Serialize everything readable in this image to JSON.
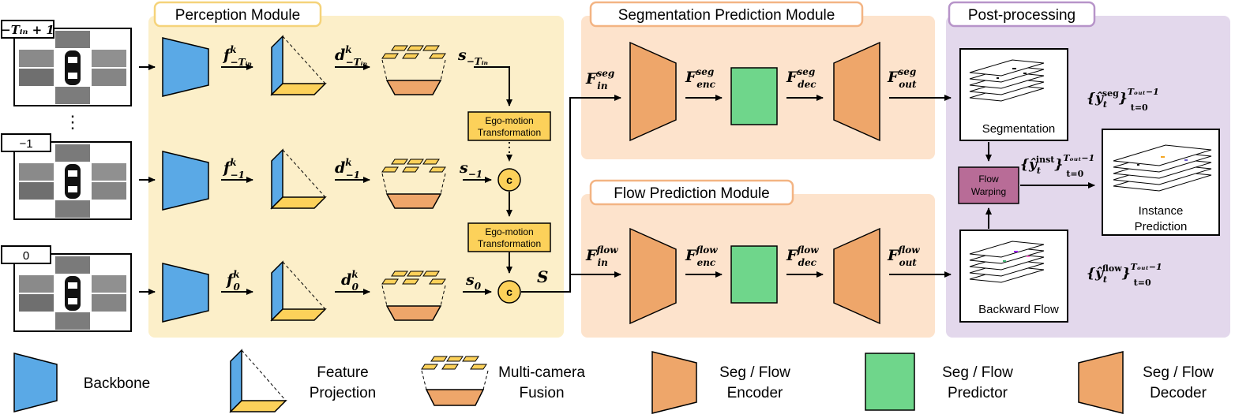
{
  "modules": {
    "perception": "Perception Module",
    "segmentation": "Segmentation Prediction Module",
    "flow": "Flow Prediction Module",
    "postprocessing": "Post-processing"
  },
  "time_labels": [
    "−Tᵢₙ + 1",
    "−1",
    "0"
  ],
  "vdots": "⋮",
  "perception_rows": [
    {
      "f": "f",
      "f_sup": "k",
      "f_sub": "−Tᵢₙ",
      "d": "d",
      "d_sup": "k",
      "d_sub": "−Tᵢₙ",
      "s": "s",
      "s_sub": "−Tᵢₙ"
    },
    {
      "f": "f",
      "f_sup": "k",
      "f_sub": "−1",
      "d": "d",
      "d_sup": "k",
      "d_sub": "−1",
      "s": "s",
      "s_sub": "−1"
    },
    {
      "f": "f",
      "f_sup": "k",
      "f_sub": "0",
      "d": "d",
      "d_sup": "k",
      "d_sub": "0",
      "s": "s",
      "s_sub": "0"
    }
  ],
  "ego_motion": [
    "Ego-motion",
    "Transformation"
  ],
  "concat_symbol": "c",
  "S_label": "S",
  "seg_vars": {
    "in": {
      "base": "F",
      "sup": "seg",
      "sub": "in"
    },
    "enc": {
      "base": "F",
      "sup": "seg",
      "sub": "enc"
    },
    "dec": {
      "base": "F",
      "sup": "seg",
      "sub": "dec"
    },
    "out": {
      "base": "F",
      "sup": "seg",
      "sub": "out"
    }
  },
  "flow_vars": {
    "in": {
      "base": "F",
      "sup": "flow",
      "sub": "in"
    },
    "enc": {
      "base": "F",
      "sup": "flow",
      "sub": "enc"
    },
    "dec": {
      "base": "F",
      "sup": "flow",
      "sub": "dec"
    },
    "out": {
      "base": "F",
      "sup": "flow",
      "sub": "out"
    }
  },
  "post": {
    "segmentation": "Segmentation",
    "backward_flow": "Backward Flow",
    "flow_warping": [
      "Flow",
      "Warping"
    ],
    "instance_prediction": [
      "Instance",
      "Prediction"
    ],
    "seg_set": {
      "hat": "ŷ",
      "sub": "t",
      "sup": "seg",
      "range_sup": "Tₒᵤₜ−1",
      "range_sub": "t=0"
    },
    "inst_set": {
      "hat": "ŷ",
      "sub": "t",
      "sup": "inst",
      "range_sup": "Tₒᵤₜ−1",
      "range_sub": "t=0"
    },
    "flow_set": {
      "hat": "ŷ",
      "sub": "t",
      "sup": "flow",
      "range_sup": "Tₒᵤₜ−1",
      "range_sub": "t=0"
    }
  },
  "legend": [
    {
      "lines": [
        "Backbone"
      ]
    },
    {
      "lines": [
        "Feature",
        "Projection"
      ]
    },
    {
      "lines": [
        "Multi-camera",
        "Fusion"
      ]
    },
    {
      "lines": [
        "Seg / Flow",
        "Encoder"
      ]
    },
    {
      "lines": [
        "Seg / Flow",
        "Predictor"
      ]
    },
    {
      "lines": [
        "Seg / Flow",
        "Decoder"
      ]
    }
  ],
  "colors": {
    "perception_bg": "#fcefc9",
    "perception_border": "#f5d37a",
    "seg_bg": "#fde3cc",
    "seg_border": "#f3b483",
    "post_bg": "#e3d8ec",
    "post_border": "#b794c9",
    "backbone": "#5aa9e6",
    "encoder": "#eea66a",
    "predictor": "#6fd68b",
    "ego_box": "#fcd15a",
    "warp_box": "#b86c97",
    "fusion_top": "#fcd15a",
    "fusion_bottom": "#eea66a"
  }
}
